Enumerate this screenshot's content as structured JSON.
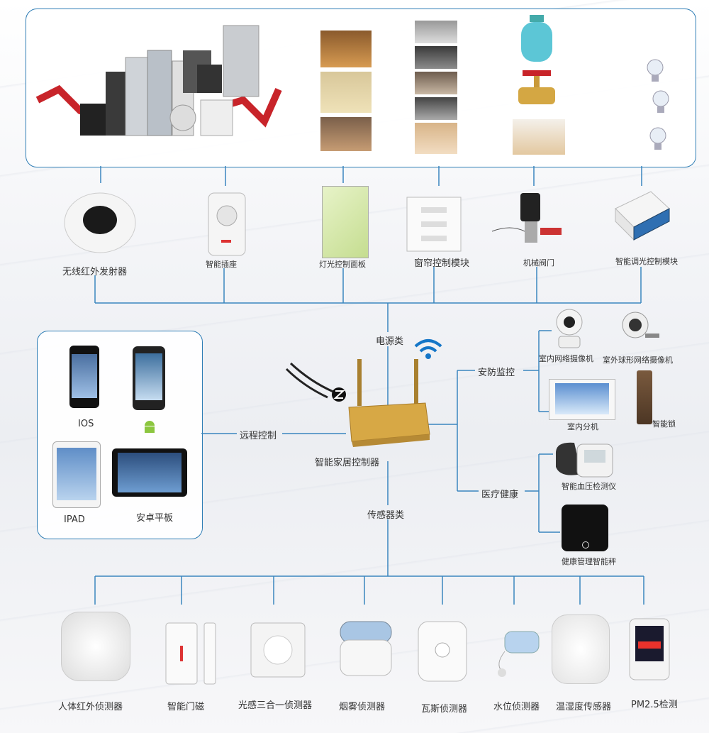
{
  "hub": {
    "label": "智能家居控制器",
    "power_label": "电源类",
    "sensor_label": "传感器类",
    "remote_label": "远程控制",
    "security_label": "安防监控",
    "medical_label": "医疗健康"
  },
  "modules": [
    {
      "label": "无线红外发射器"
    },
    {
      "label": "智能插座"
    },
    {
      "label": "灯光控制面板"
    },
    {
      "label": "窗帘控制模块"
    },
    {
      "label": "机械阀门"
    },
    {
      "label": "智能调光控制模块"
    }
  ],
  "remote_devices": [
    {
      "label": "IOS"
    },
    {
      "label": ""
    },
    {
      "label": "IPAD"
    },
    {
      "label": "安卓平板"
    }
  ],
  "security_devices": [
    {
      "label": "室内网络摄像机"
    },
    {
      "label": "室外球形网络摄像机"
    },
    {
      "label": "室内分机"
    },
    {
      "label": "智能锁"
    }
  ],
  "medical_devices": [
    {
      "label": "智能血压检测仪"
    },
    {
      "label": "健康管理智能秤"
    }
  ],
  "sensors": [
    {
      "label": "人体红外侦测器"
    },
    {
      "label": "智能门磁"
    },
    {
      "label": "光感三合一侦测器"
    },
    {
      "label": "烟雾侦测器"
    },
    {
      "label": "瓦斯侦测器"
    },
    {
      "label": "水位侦测器"
    },
    {
      "label": "温湿度传感器"
    },
    {
      "label": "PM2.5检测"
    }
  ],
  "colors": {
    "line": "#3a86bf",
    "box_border": "#2e7db5",
    "hub_gold": "#d7a845"
  }
}
